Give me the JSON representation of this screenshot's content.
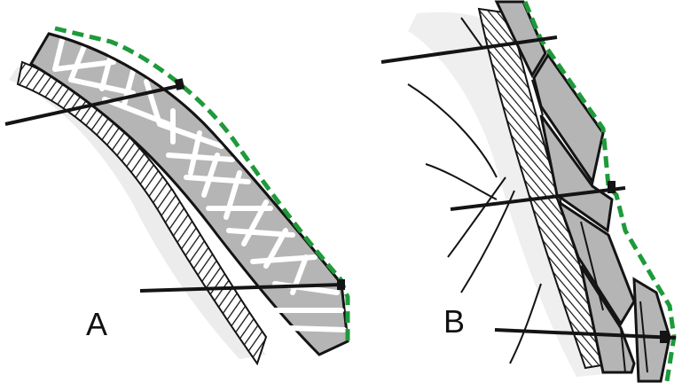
{
  "panels": [
    {
      "id": "A",
      "label": "A"
    },
    {
      "id": "B",
      "label": "B"
    }
  ],
  "colors": {
    "stone": "#b5b5b5",
    "outline": "#141414",
    "dashed_line": "#1e9a3a",
    "shade": "#e6e6e6"
  }
}
